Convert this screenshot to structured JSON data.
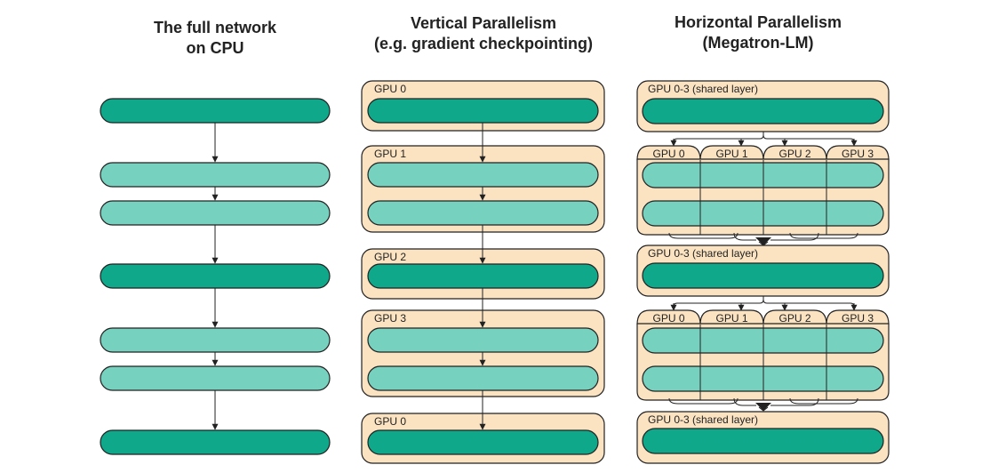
{
  "columns": [
    {
      "id": "cpu",
      "title_lines": [
        "The full network",
        "on CPU"
      ]
    },
    {
      "id": "vertical",
      "title_lines": [
        "Vertical Parallelism",
        "(e.g. gradient checkpointing)"
      ]
    },
    {
      "id": "horizontal",
      "title_lines": [
        "Horizontal Parallelism",
        "(Megatron-LM)"
      ]
    }
  ],
  "vertical_groups": [
    "GPU 0",
    "GPU 1",
    "GPU 2",
    "GPU 3",
    "GPU 0"
  ],
  "horizontal": {
    "shared_label": "GPU 0-3 (shared layer)",
    "split_labels": [
      "GPU 0",
      "GPU 1",
      "GPU 2",
      "GPU 3"
    ]
  },
  "colors": {
    "layer_dark": "#0fa88a",
    "layer_light": "#76d1bf",
    "gpu_box_fill": "#fbe3c2",
    "outline": "#222222",
    "arrow": "#222222"
  }
}
